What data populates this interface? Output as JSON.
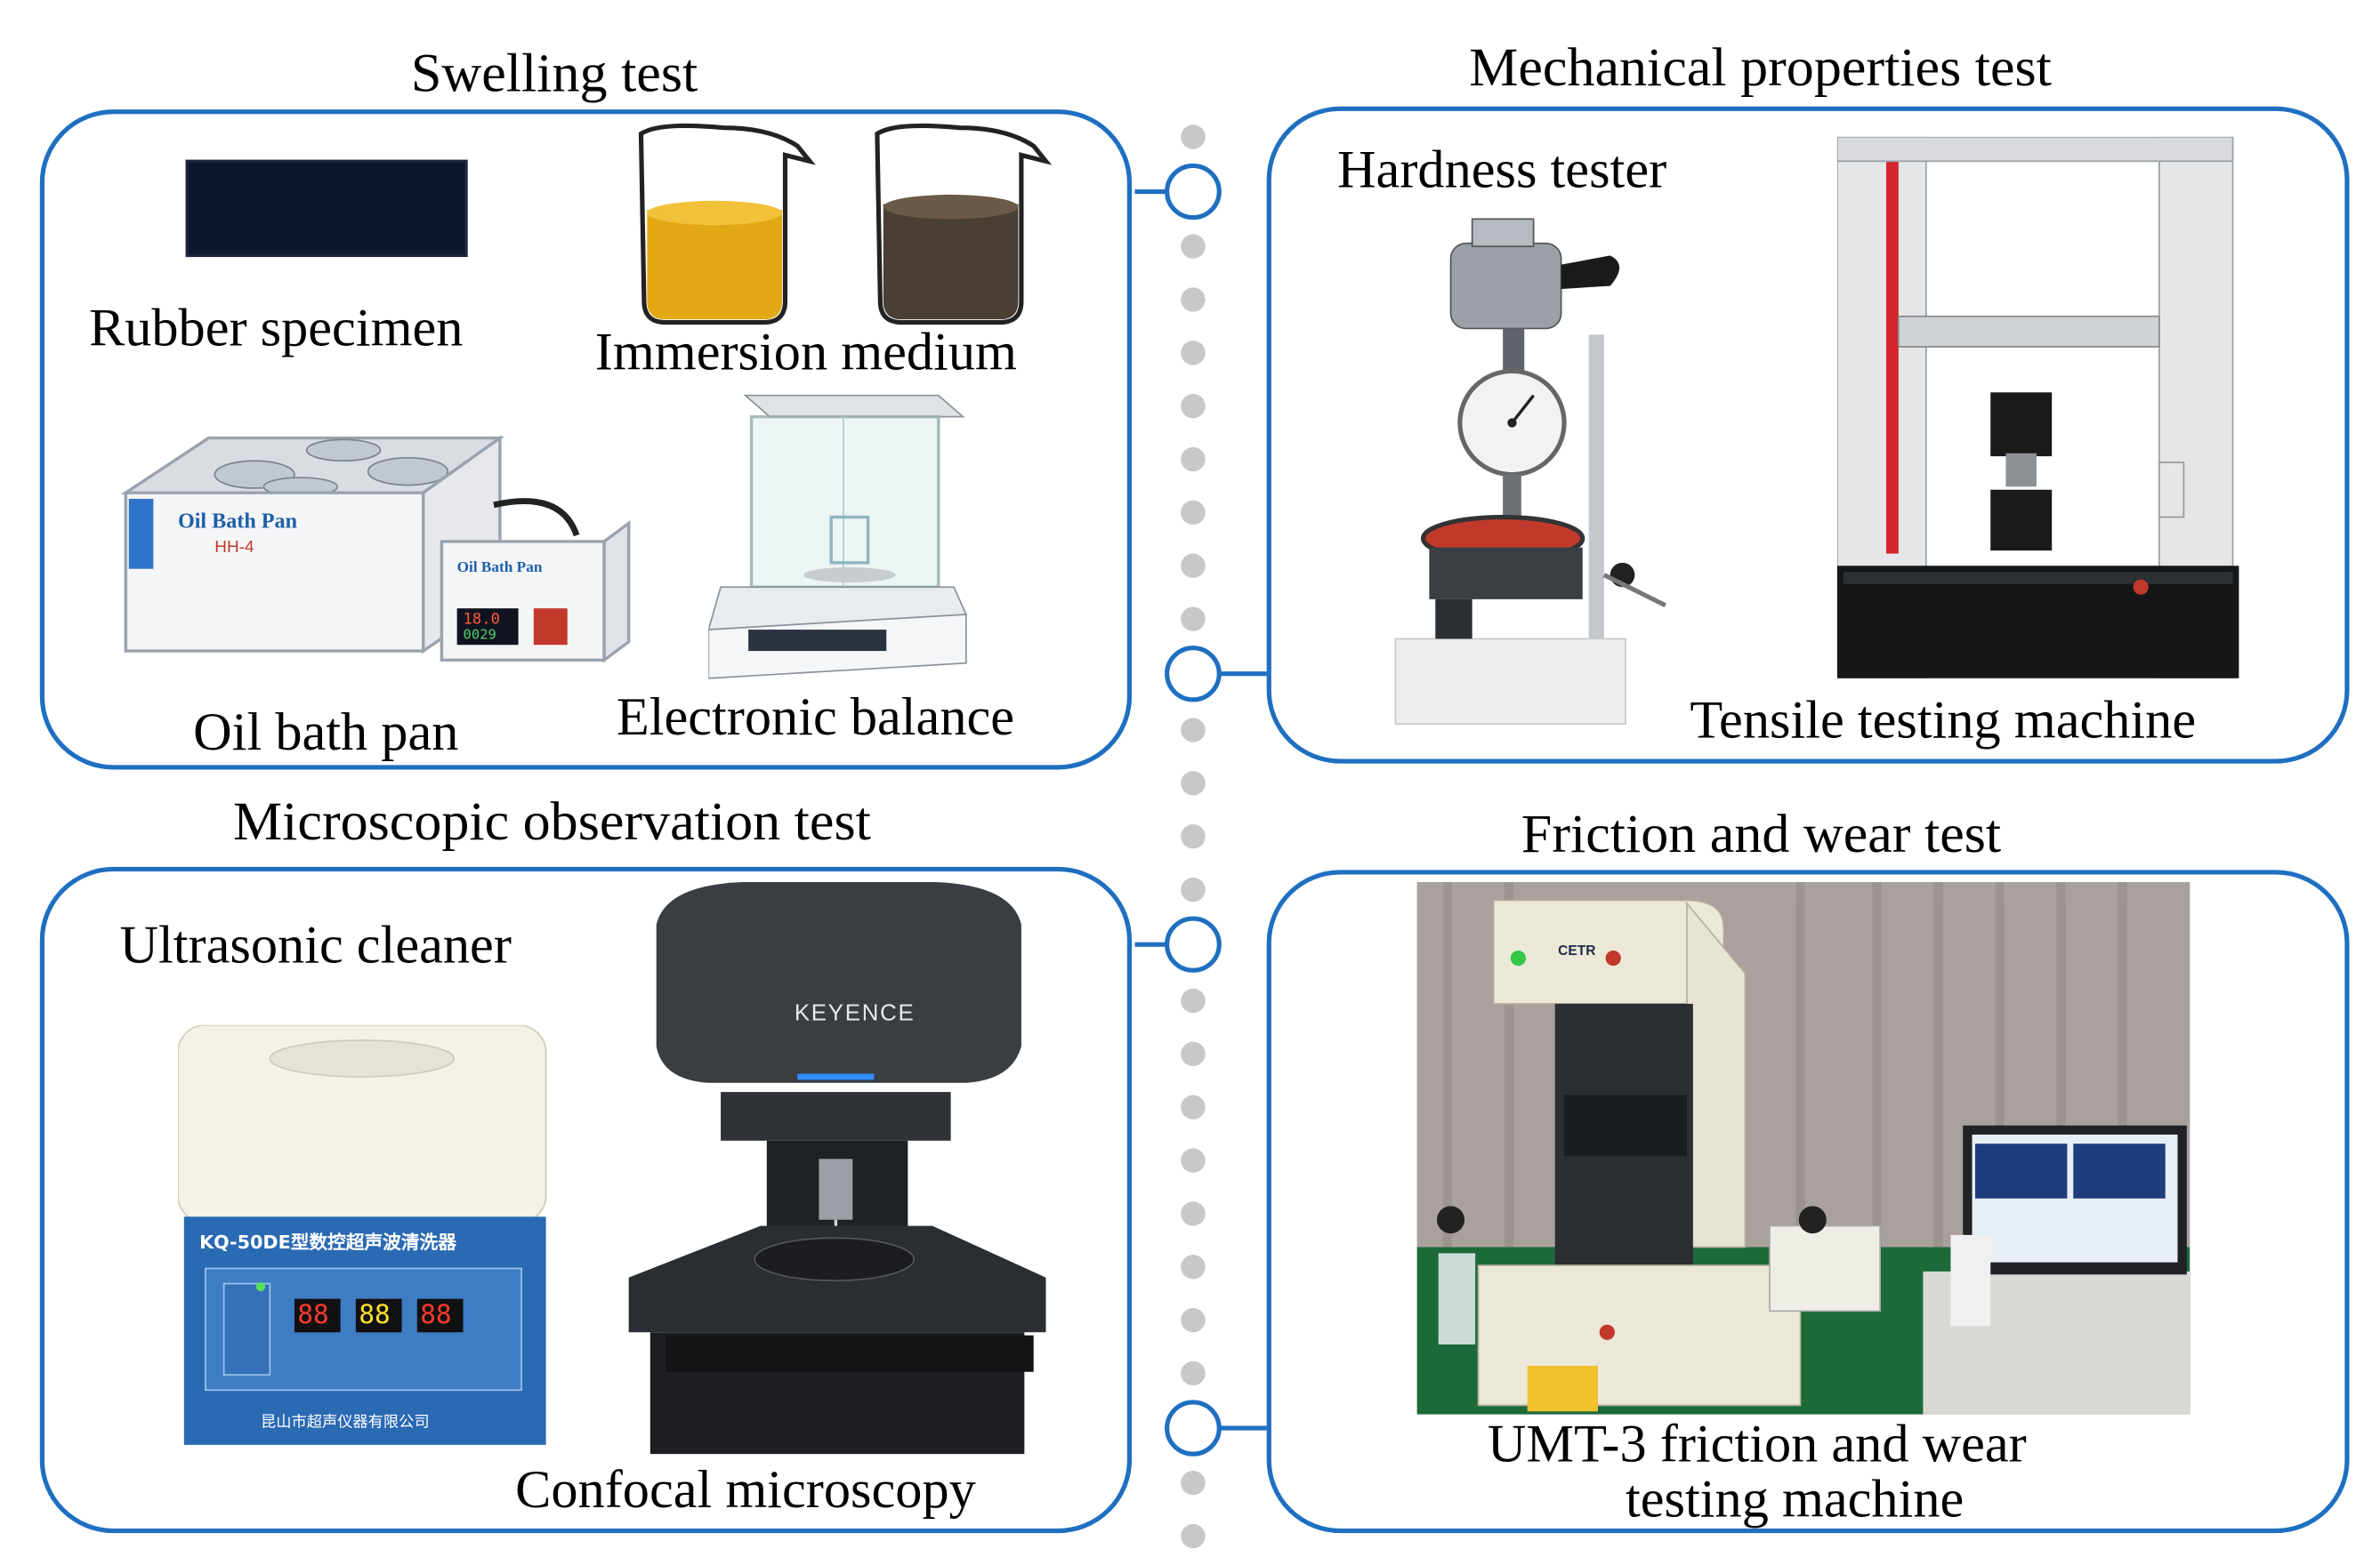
{
  "panels": {
    "swelling": {
      "title": "Swelling test",
      "rubber": "Rubber specimen",
      "immersion": "Immersion medium",
      "oil_bath": "Oil bath pan",
      "balance": "Electronic balance",
      "oil_bath_brand": "Oil Bath Pan",
      "oil_bath_model": "HH-4",
      "controller_brand": "Oil Bath Pan",
      "controller_reading": "18.0",
      "controller_reading_2": "0029"
    },
    "mechanical": {
      "title": "Mechanical properties test",
      "hardness": "Hardness tester",
      "tensile": "Tensile testing machine"
    },
    "microscopic": {
      "title": "Microscopic observation test",
      "cleaner": "Ultrasonic cleaner",
      "confocal": "Confocal microscopy",
      "cleaner_model": "KQ-50DE型数控超声波清洗器",
      "cleaner_maker": "昆山市超声仪器有限公司",
      "microscope_brand": "KEYENCE",
      "display_1": "88",
      "display_2": "88",
      "display_3": "88"
    },
    "friction": {
      "title": "Friction and wear test",
      "machine_line1": "UMT-3  friction and wear",
      "machine_line2": "testing machine",
      "machine_badge": "CETR"
    }
  },
  "colors": {
    "panel_border": "#1f6fc1",
    "connector_dot": "#c8c8c8",
    "oil_fill": "#e3a813",
    "dark_medium_fill": "#4a3f33"
  }
}
